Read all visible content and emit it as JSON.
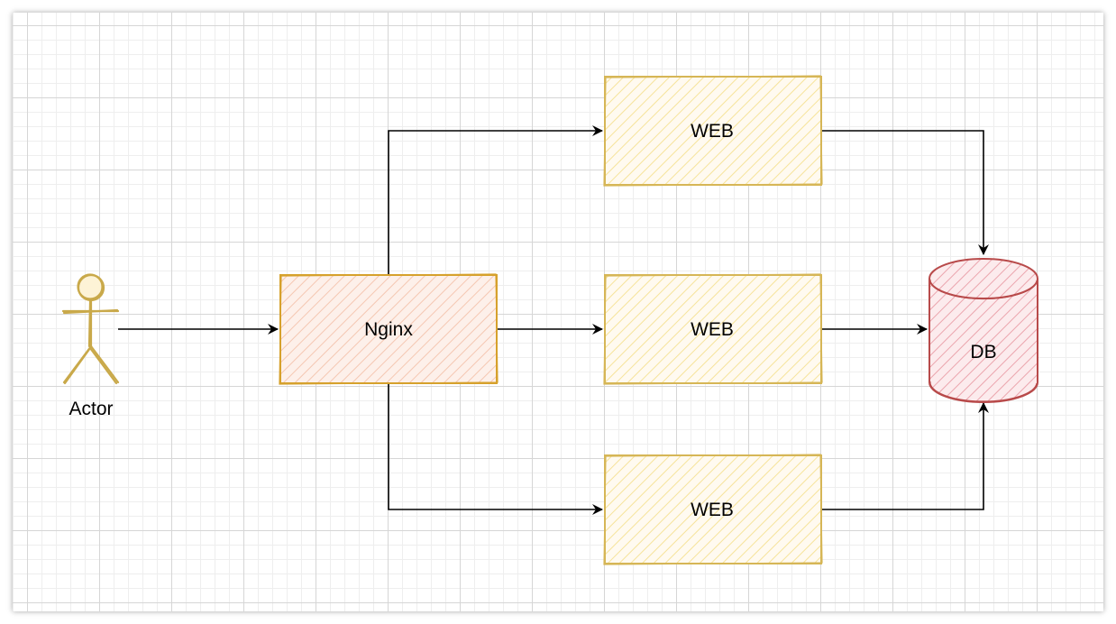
{
  "diagram": {
    "actor": {
      "label": "Actor",
      "color": "#c9a94a"
    },
    "nginx": {
      "label": "Nginx",
      "stroke": "#d6a12c",
      "fill": "#f9d9cf"
    },
    "web_nodes": [
      {
        "label": "WEB"
      },
      {
        "label": "WEB"
      },
      {
        "label": "WEB"
      }
    ],
    "web_style": {
      "stroke": "#d6b656",
      "fill": "#fbeea8"
    },
    "db": {
      "label": "DB",
      "stroke": "#b84a4a",
      "fill": "#f3c2c6"
    },
    "edge_color": "#000000"
  }
}
